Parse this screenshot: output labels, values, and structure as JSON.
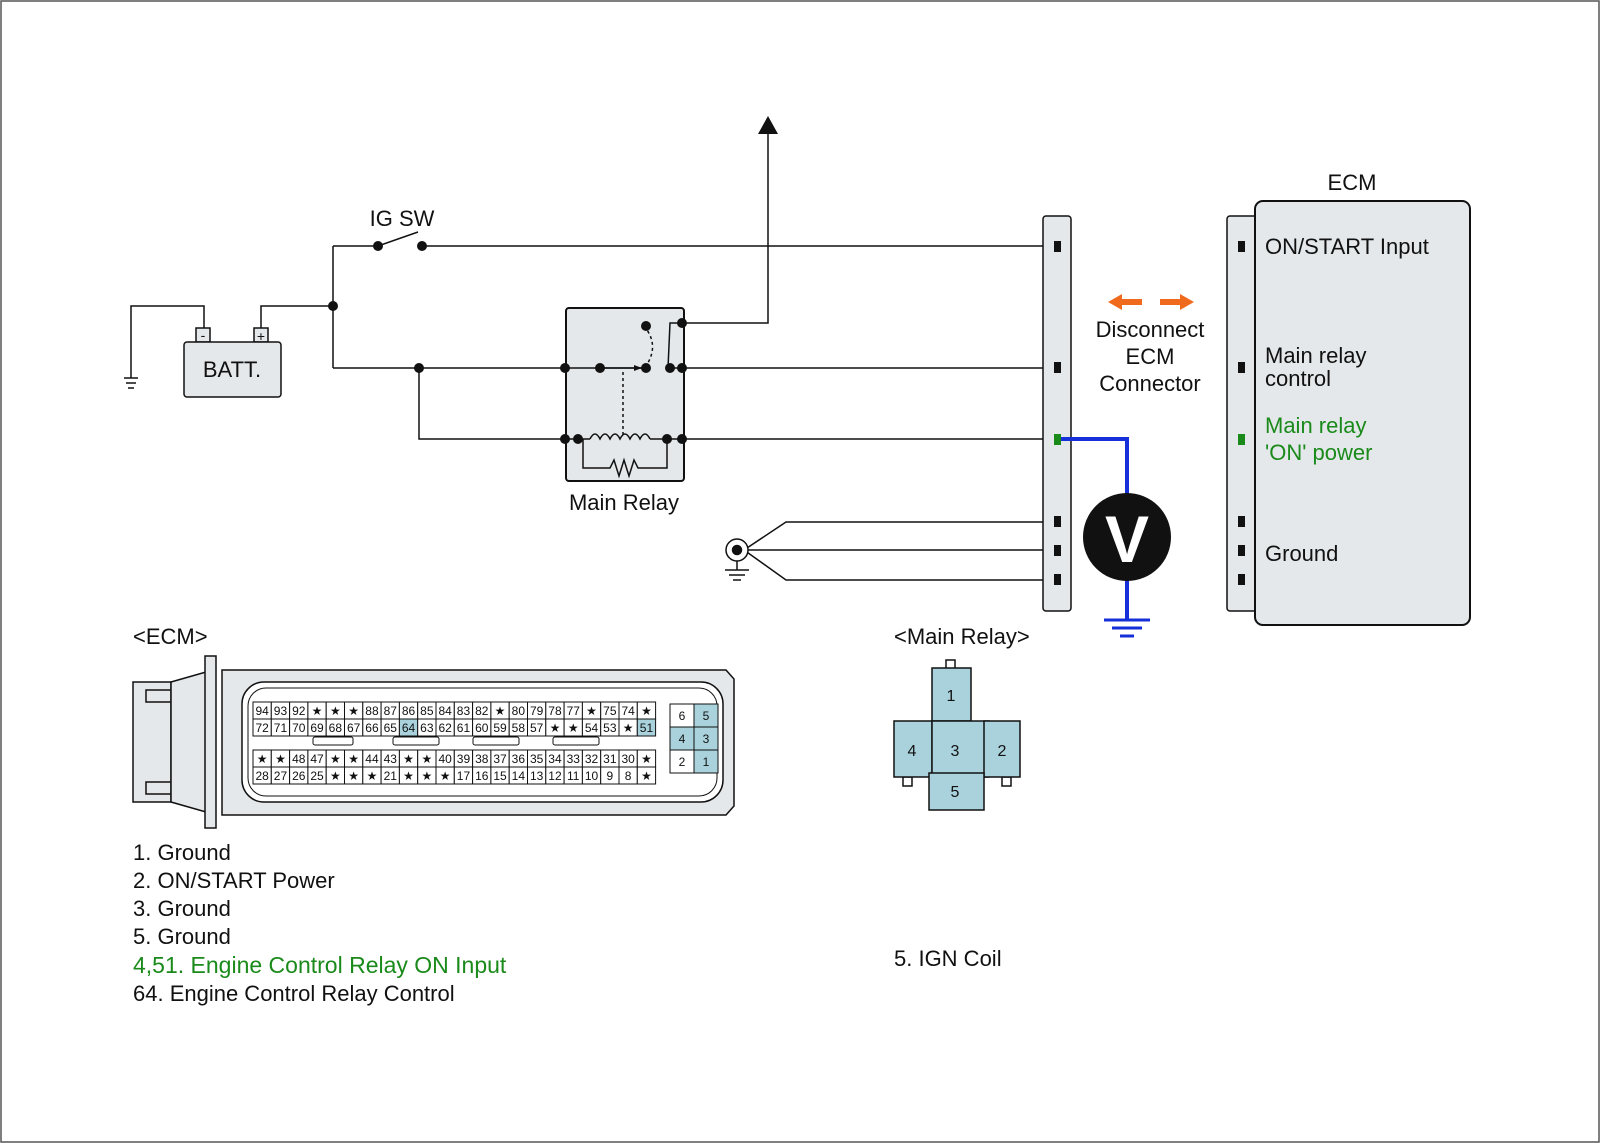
{
  "colors": {
    "line": "#111111",
    "box_fill": "#e4e8ea",
    "pin_highlight": "#a9d2dc",
    "green": "#1a8a1a",
    "blue_wire": "#1530d8",
    "orange_arrow": "#f06a1e"
  },
  "circuit": {
    "ig_sw": "IG SW",
    "batt": "BATT.",
    "batt_minus": "-",
    "batt_plus": "+",
    "main_relay": "Main Relay",
    "disconnect": [
      "Disconnect",
      "ECM",
      "Connector"
    ],
    "voltmeter": "V",
    "ecm_title": "ECM",
    "ecm_pins": {
      "on_start": "ON/START Input",
      "main_relay_control": [
        "Main relay",
        "control"
      ],
      "main_relay_on_power": [
        "Main relay",
        "'ON' power"
      ],
      "ground": "Ground"
    }
  },
  "ecm_connector": {
    "title": "<ECM>",
    "row1": [
      "94",
      "93",
      "92",
      "★",
      "★",
      "★",
      "88",
      "87",
      "86",
      "85",
      "84",
      "83",
      "82",
      "★",
      "80",
      "79",
      "78",
      "77",
      "★",
      "75",
      "74",
      "★"
    ],
    "row2": [
      "72",
      "71",
      "70",
      "69",
      "68",
      "67",
      "66",
      "65",
      "64",
      "63",
      "62",
      "61",
      "60",
      "59",
      "58",
      "57",
      "★",
      "★",
      "54",
      "53",
      "★",
      "51"
    ],
    "row3": [
      "★",
      "★",
      "48",
      "47",
      "★",
      "★",
      "44",
      "43",
      "★",
      "★",
      "40",
      "39",
      "38",
      "37",
      "36",
      "35",
      "34",
      "33",
      "32",
      "31",
      "30",
      "★"
    ],
    "row4": [
      "28",
      "27",
      "26",
      "25",
      "★",
      "★",
      "★",
      "21",
      "★",
      "★",
      "★",
      "17",
      "16",
      "15",
      "14",
      "13",
      "12",
      "11",
      "10",
      "9",
      "8",
      "★"
    ],
    "small_block": [
      [
        "6",
        "5"
      ],
      [
        "4",
        "3"
      ],
      [
        "2",
        "1"
      ]
    ],
    "legend": [
      "1. Ground",
      "2. ON/START Power",
      "3. Ground",
      "5. Ground",
      "4,51. Engine Control Relay ON Input",
      "64. Engine Control Relay Control"
    ]
  },
  "relay_connector": {
    "title": "<Main Relay>",
    "pins": [
      "1",
      "2",
      "3",
      "4",
      "5"
    ],
    "legend": [
      "5. IGN Coil"
    ]
  }
}
